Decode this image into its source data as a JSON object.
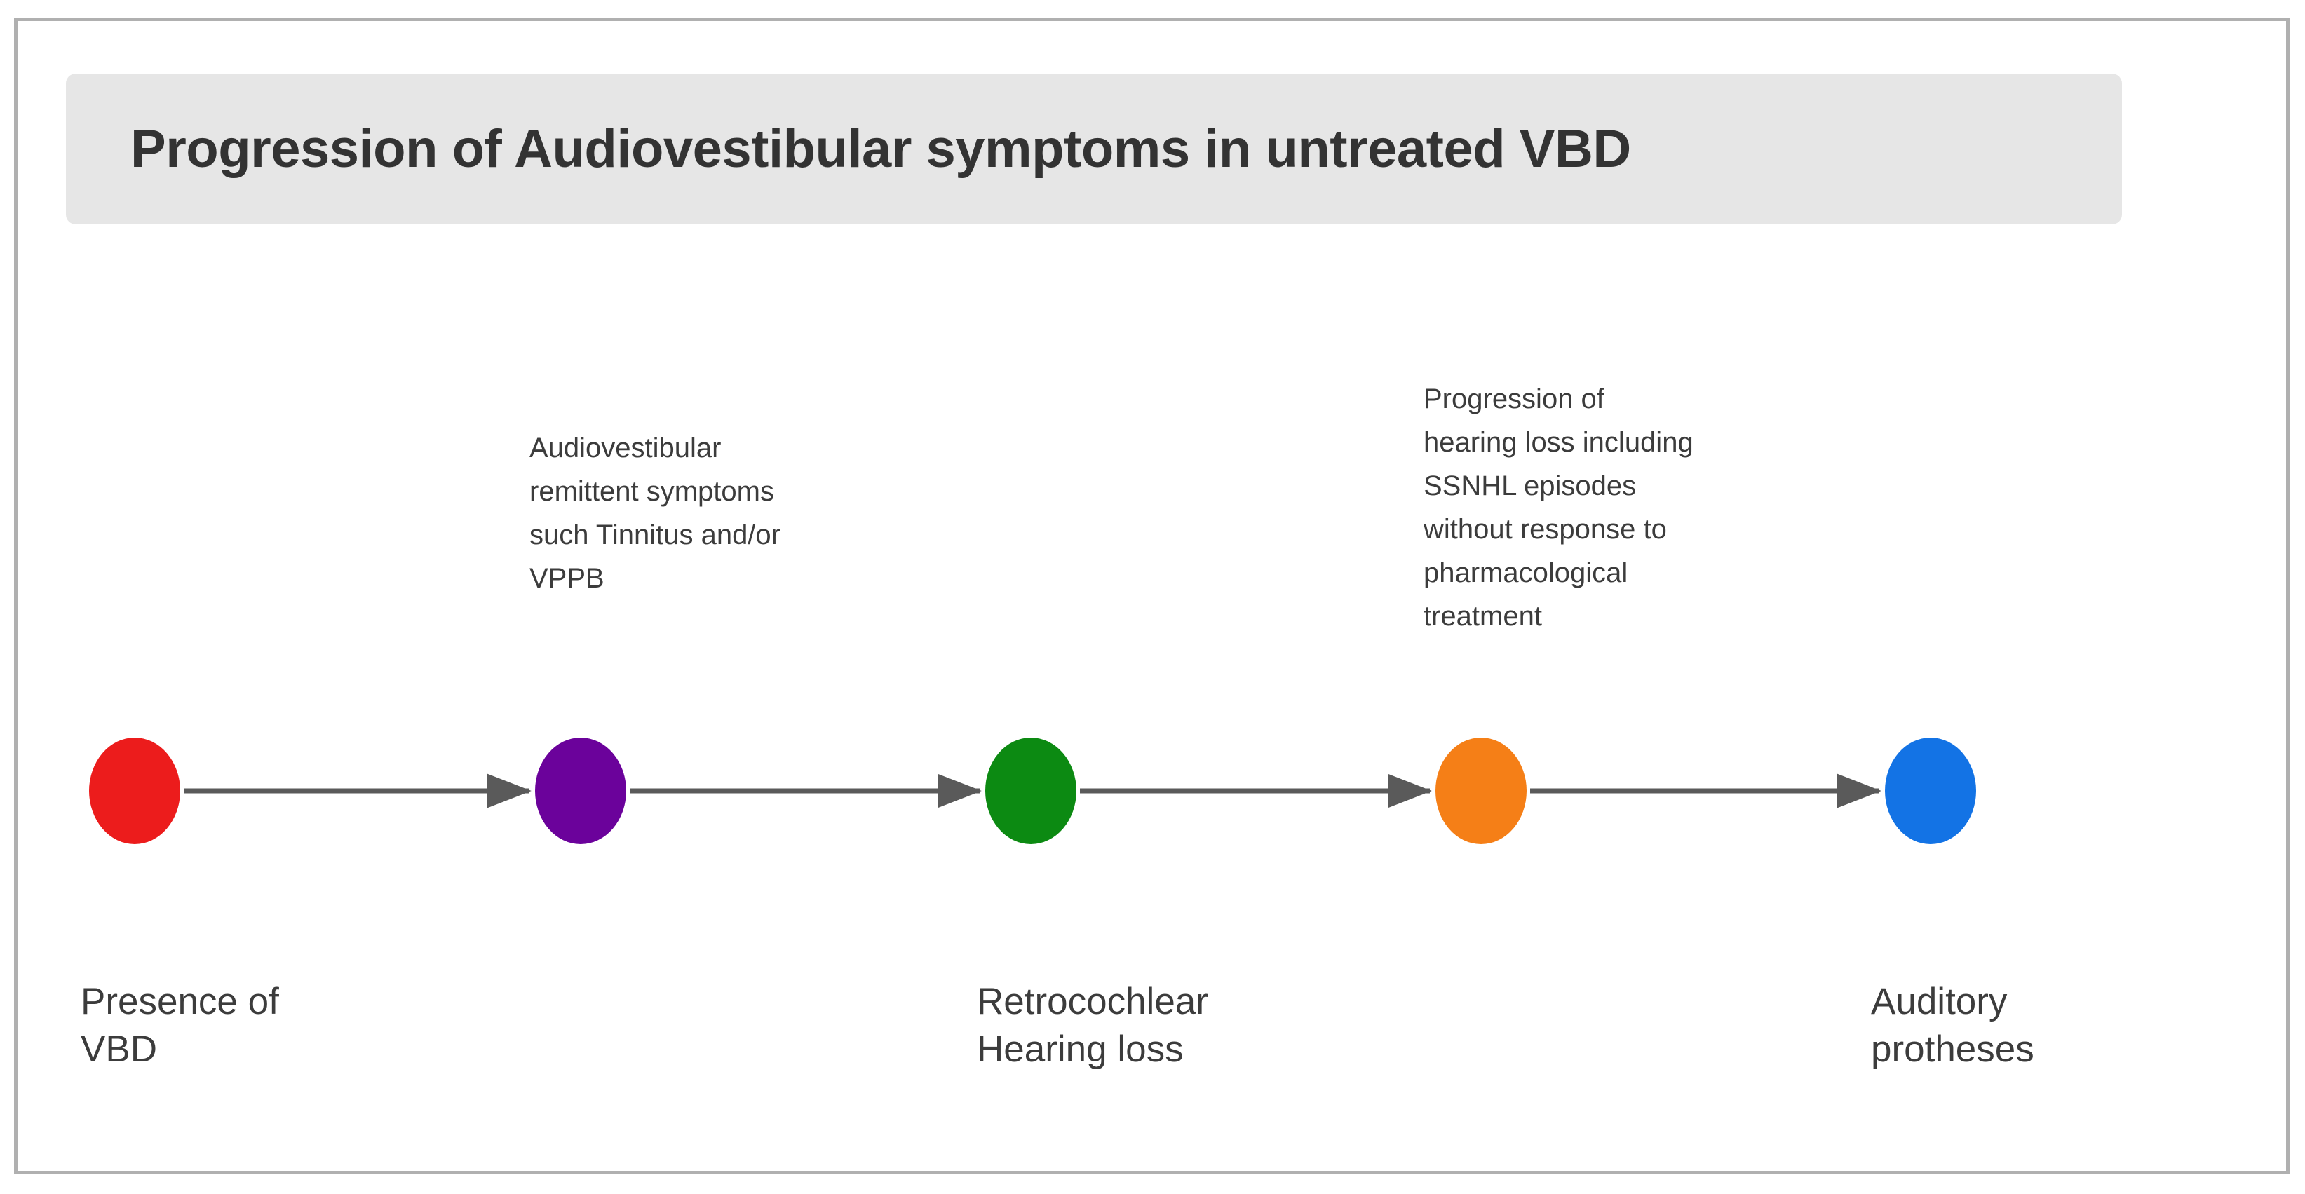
{
  "figure": {
    "title": "Progression of Audiovestibular symptoms in untreated VBD",
    "type": "horizontal-timeline-flow",
    "background_color": "#ffffff",
    "frame_border_color": "#b0b0b0",
    "title_banner_color": "#e6e6e6",
    "title_text_color": "#333333",
    "body_text_color": "#3c3c3c",
    "connector_color": "#5a5a5a"
  },
  "chart_data": {
    "type": "table",
    "title": "Progression of Audiovestibular symptoms in untreated VBD",
    "xlabel": "",
    "ylabel": "",
    "legend": [],
    "stages": [
      {
        "index": 1,
        "color": "#ec1c1c",
        "color_name": "red",
        "label_below": "Presence of\nVBD",
        "callout_above": ""
      },
      {
        "index": 2,
        "color": "#6b029b",
        "color_name": "purple",
        "label_below": "",
        "callout_above": "Audiovestibular\nremittent symptoms\nsuch Tinnitus and/or\nVPPB"
      },
      {
        "index": 3,
        "color": "#0c8a12",
        "color_name": "green",
        "label_below": "Retrocochlear\nHearing loss",
        "callout_above": ""
      },
      {
        "index": 4,
        "color": "#f57f17",
        "color_name": "orange",
        "label_below": "",
        "callout_above": "Progression of\nhearing loss including\nSSNHL episodes\nwithout response to\npharmacological\ntreatment"
      },
      {
        "index": 5,
        "color": "#1373e5",
        "color_name": "blue",
        "label_below": "Auditory\nprotheses",
        "callout_above": ""
      }
    ],
    "arrows": [
      {
        "from": 1,
        "to": 2
      },
      {
        "from": 2,
        "to": 3
      },
      {
        "from": 3,
        "to": 4
      },
      {
        "from": 4,
        "to": 5
      }
    ]
  }
}
